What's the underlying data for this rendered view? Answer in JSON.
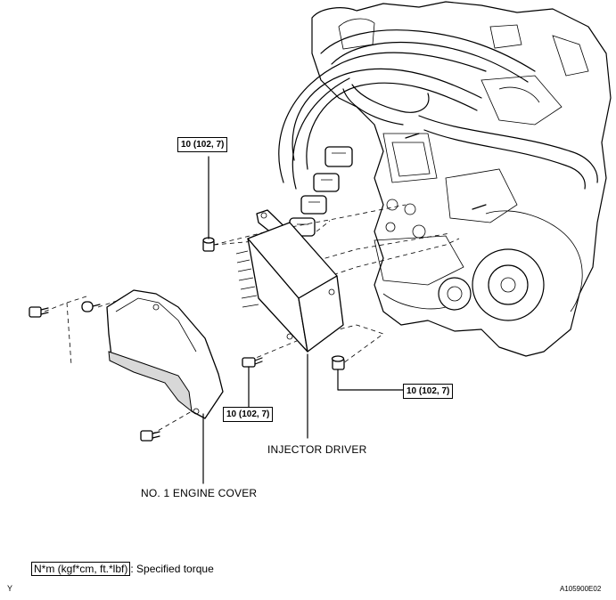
{
  "torque_labels": [
    {
      "id": "top",
      "text": "10 (102, 7)"
    },
    {
      "id": "right",
      "text": "10 (102, 7)"
    },
    {
      "id": "bottom",
      "text": "10 (102, 7)"
    }
  ],
  "callouts": {
    "injector_driver": "INJECTOR DRIVER",
    "engine_cover": "NO. 1 ENGINE COVER"
  },
  "legend": {
    "box_text": "N*m (kgf*cm, ft.*lbf)",
    "description": ": Specified torque"
  },
  "corner_left": "Y",
  "corner_right": "A105900E02"
}
